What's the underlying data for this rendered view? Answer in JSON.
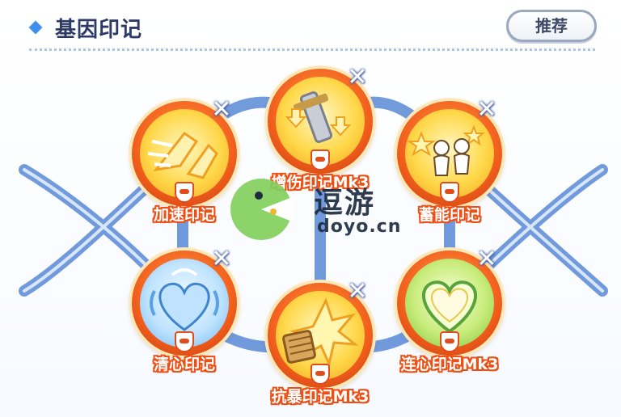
{
  "header": {
    "title": "基因印记",
    "recommend_label": "推荐"
  },
  "slots": [
    {
      "id": "speed",
      "label": "加速印记",
      "theme": "orange",
      "icon": "sprint-icon"
    },
    {
      "id": "damage",
      "label": "增伤印记Mk3",
      "theme": "orange",
      "icon": "sword-icon"
    },
    {
      "id": "charge",
      "label": "蓄能印记",
      "theme": "orange",
      "icon": "figures-icon"
    },
    {
      "id": "calm",
      "label": "清心印记",
      "theme": "blue",
      "icon": "heart-icon"
    },
    {
      "id": "resist",
      "label": "抗暴印记Mk3",
      "theme": "orange",
      "icon": "burst-icon"
    },
    {
      "id": "link",
      "label": "连心印记Mk3",
      "theme": "green",
      "icon": "green-heart-icon"
    }
  ],
  "remove_symbol": "✕",
  "watermark": {
    "text": "逗游",
    "domain": "doyo.cn"
  }
}
